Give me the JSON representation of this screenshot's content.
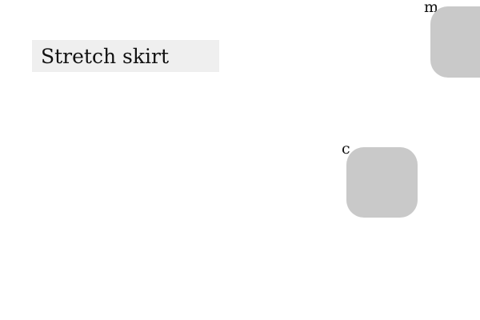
{
  "title": "Stretch skirt",
  "keys": {
    "m": {
      "label": "m"
    },
    "c": {
      "label": "c"
    }
  },
  "colors": {
    "title_background": "#efefef",
    "key_fill": "#c9c9c9",
    "text": "#111111",
    "page_background": "#ffffff"
  }
}
